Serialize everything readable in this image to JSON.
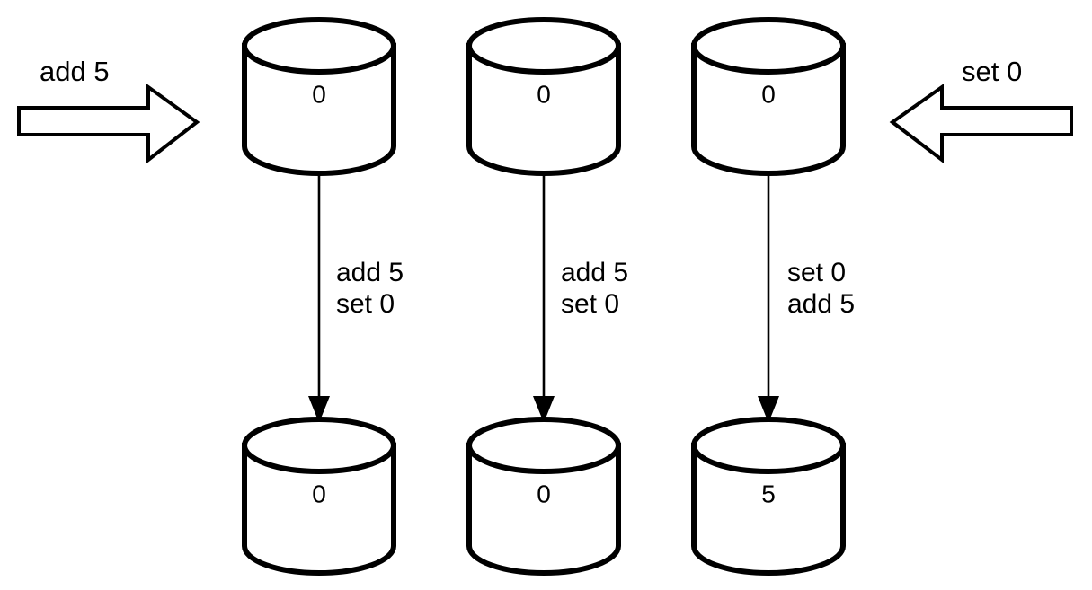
{
  "diagram": {
    "title": "replicated-counter-conflict-diagram",
    "background_color": "#ffffff",
    "stroke_color": "#000000",
    "external_inputs": [
      {
        "label": "add 5",
        "direction": "right",
        "target": "replica-1"
      },
      {
        "label": "set 0",
        "direction": "left",
        "target": "replica-3"
      }
    ],
    "columns": [
      {
        "id": "replica-1",
        "before_value": "0",
        "operations": [
          "add 5",
          "set 0"
        ],
        "after_value": "0"
      },
      {
        "id": "replica-2",
        "before_value": "0",
        "operations": [
          "add 5",
          "set 0"
        ],
        "after_value": "0"
      },
      {
        "id": "replica-3",
        "before_value": "0",
        "operations": [
          "set 0",
          "add 5"
        ],
        "after_value": "5"
      }
    ]
  }
}
